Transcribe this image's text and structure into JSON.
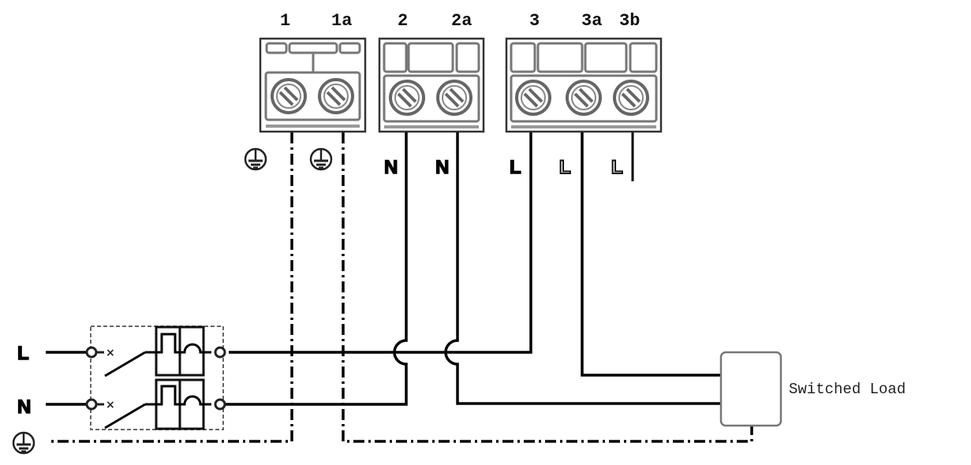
{
  "terminals": {
    "t1": "1",
    "t1a": "1a",
    "t2": "2",
    "t2a": "2a",
    "t3": "3",
    "t3a": "3a",
    "t3b": "3b"
  },
  "wire_labels": {
    "n1": "N",
    "n2": "N",
    "l1": "L",
    "l2": "L",
    "l3": "L"
  },
  "supply_labels": {
    "live": "L",
    "neutral": "N"
  },
  "load_label": "Switched Load",
  "icons": [
    "earth-symbol-icon",
    "terminal-screw-icon",
    "circuit-breaker-icon"
  ]
}
